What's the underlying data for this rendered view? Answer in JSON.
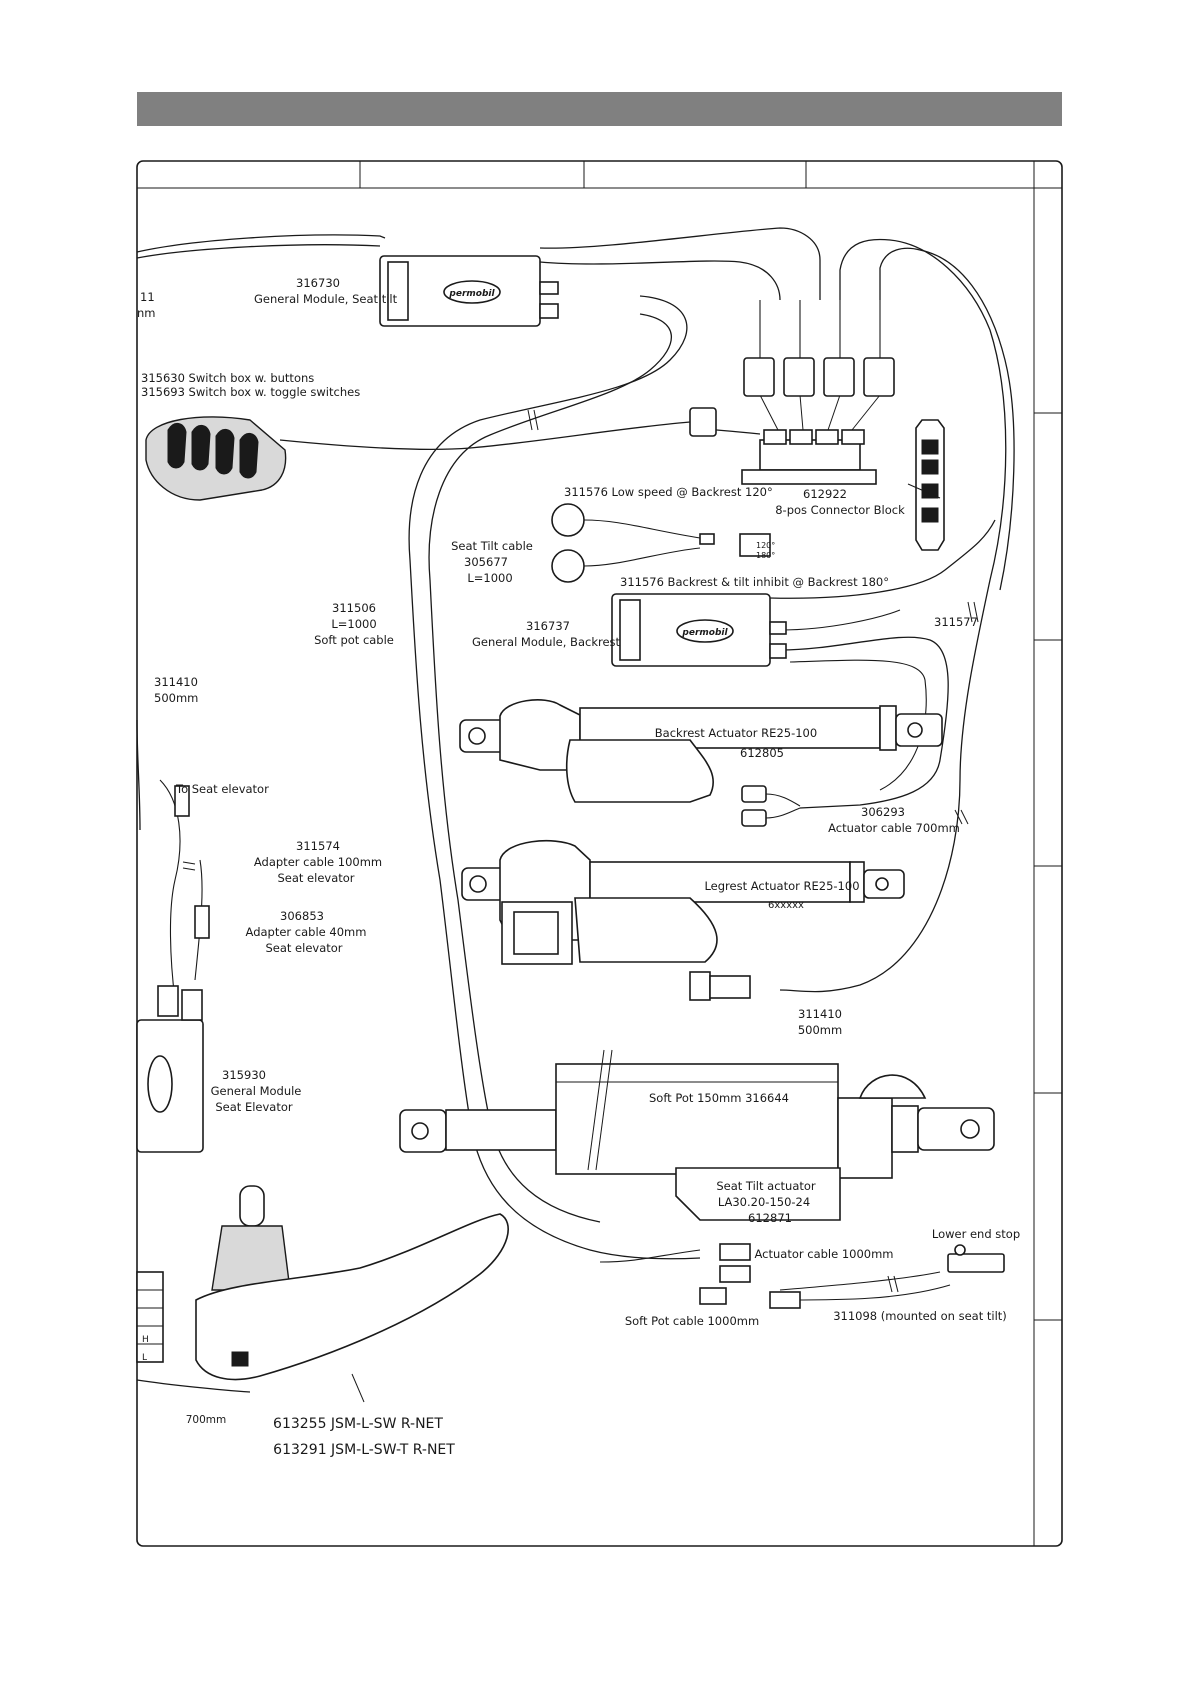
{
  "labels": {
    "gm_seat_code": "316730",
    "gm_seat_name": "General Module, Seat tilt",
    "cut_top_1": "11",
    "cut_top_2": "nm",
    "switch_box_buttons": "315630 Switch box w. buttons",
    "switch_box_toggle": "315693 Switch box w. toggle switches",
    "low_speed": "311576 Low speed @ Backrest 120°",
    "connector_block_code": "612922",
    "connector_block_name": "8-pos Connector Block",
    "seat_tilt_cable_name": "Seat Tilt cable",
    "seat_tilt_cable_code": "305677",
    "seat_tilt_cable_len": "L=1000",
    "backrest_inhibit": "311576 Backrest & tilt inhibit @ Backrest 180°",
    "deg_120": "120°",
    "deg_180": "180°",
    "soft_pot_cable_code": "311506",
    "soft_pot_cable_len": "L=1000",
    "soft_pot_cable_name": "Soft pot cable",
    "gm_backrest_code": "316737",
    "gm_backrest_name": "General Module, Backrest",
    "cable_311577": "311577",
    "cable_311410_left_code": "311410",
    "cable_311410_left_len": "500mm",
    "backrest_actuator_name": "Backrest Actuator RE25-100",
    "backrest_actuator_code": "612805",
    "to_seat_elevator": "To Seat elevator",
    "actuator_cable_code": "306293",
    "actuator_cable_name": "Actuator cable 700mm",
    "adapter100_code": "311574",
    "adapter100_name": "Adapter cable 100mm",
    "adapter100_target": "Seat elevator",
    "legrest_actuator_name": "Legrest Actuator RE25-100",
    "legrest_actuator_code": "6xxxxx",
    "adapter40_code": "306853",
    "adapter40_name": "Adapter cable 40mm",
    "adapter40_target": "Seat elevator",
    "cable_311410_right_code": "311410",
    "cable_311410_right_len": "500mm",
    "gm_elevator_code": "315930",
    "gm_elevator_name": "General Module",
    "gm_elevator_target": "Seat Elevator",
    "soft_pot": "Soft Pot 150mm 316644",
    "seat_tilt_actuator_name": "Seat Tilt actuator",
    "seat_tilt_actuator_model": "LA30.20-150-24",
    "seat_tilt_actuator_code": "612871",
    "lower_end_stop": "Lower end stop",
    "actuator_cable_1000": "Actuator cable 1000mm",
    "soft_pot_cable_1000": "Soft Pot cable 1000mm",
    "switch_311098": "311098 (mounted on seat tilt)",
    "len_700": "700mm",
    "joystick_1": "613255 JSM-L-SW R-NET",
    "joystick_2": "613291 JSM-L-SW-T R-NET",
    "table_h": "H",
    "table_l": "L",
    "brand_logo": "permobil"
  }
}
